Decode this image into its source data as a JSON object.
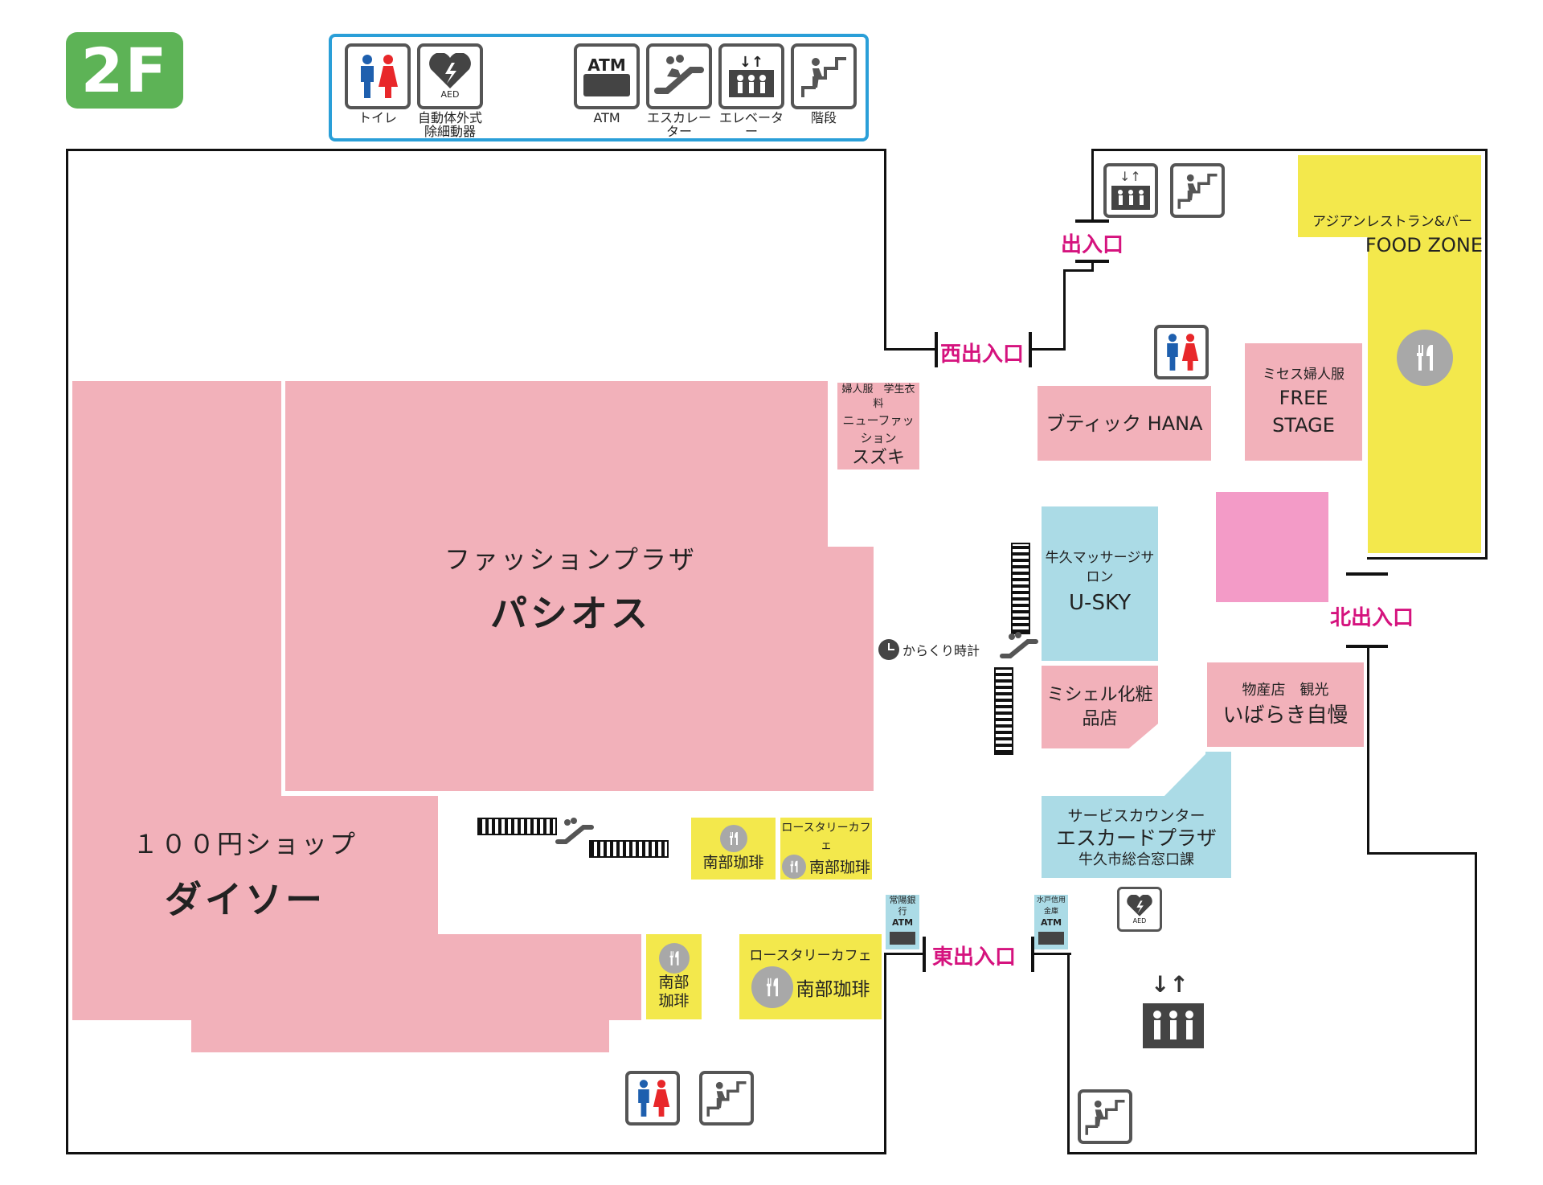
{
  "floor_label": "2F",
  "legend": {
    "toilet": "トイレ",
    "aed_line1": "自動体外式",
    "aed_line2": "除細動器",
    "aed_badge": "AED",
    "atm": "ATM",
    "atm_badge": "ATM",
    "escalator": "エスカレーター",
    "elevator": "エレベーター",
    "stairs": "階段"
  },
  "entrances": {
    "top": "出入口",
    "west": "西出入口",
    "north": "北出入口",
    "east": "東出入口"
  },
  "shops": {
    "pasios_sub": "ファッションプラザ",
    "pasios_name": "パシオス",
    "daiso_sub": "１００円ショップ",
    "daiso_name": "ダイソー",
    "suzuki_line1": "婦人服　学生衣料",
    "suzuki_line2": "ニューファッション",
    "suzuki_name": "スズキ",
    "hana": "ブティック HANA",
    "freestage_sub": "ミセス婦人服",
    "freestage_name": "FREE STAGE",
    "foodzone_sub": "アジアンレストラン&バー",
    "foodzone_name": "FOOD ZONE",
    "usky_sub": "牛久マッサージサロン",
    "usky_name": "U-SKY",
    "michel": "ミシェル化粧品店",
    "ibaraki_sub": "物産店　観光",
    "ibaraki_name": "いばらき自慢",
    "service_line1": "サービスカウンター",
    "service_line2": "エスカードプラザ",
    "service_line3": "牛久市総合窓口課",
    "nanbu1": "南部珈琲",
    "rotary1_sub": "ロースタリーカフェ",
    "rotary1_name": "南部珈琲",
    "nanbu2_line1": "南部",
    "nanbu2_line2": "珈琲",
    "rotary2_sub": "ロースタリーカフェ",
    "rotary2_name": "南部珈琲"
  },
  "atm_tags": {
    "joyo": "常陽銀行",
    "mito": "水戸信用金庫",
    "atm": "ATM"
  },
  "karakuri": "からくり時計",
  "aed_badge": "AED",
  "colors": {
    "shop_pink": "#f2b1ba",
    "food_yellow": "#f3e84c",
    "service_blue": "#abdbe6",
    "accent_pink": "#f39bc7",
    "entrance_magenta": "#d5137e",
    "floor_badge_green": "#5db356",
    "legend_border": "#2a9fd8"
  }
}
